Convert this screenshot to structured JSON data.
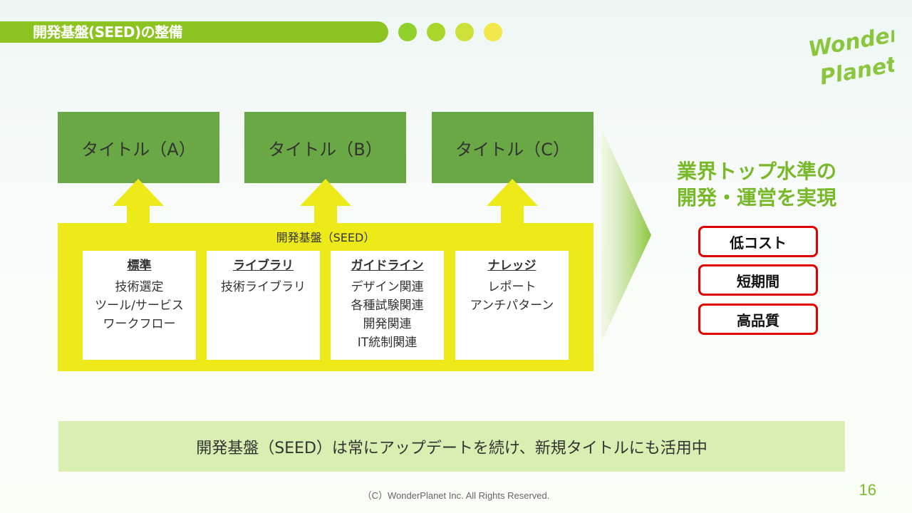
{
  "header": {
    "title": "開発基盤(SEED)の整備"
  },
  "decor": {
    "dot_colors": [
      "#8fd02a",
      "#a8d62b",
      "#cde03a",
      "#f2e84c"
    ]
  },
  "logo": {
    "text_line1": "Wonder",
    "text_line2": "Planet",
    "color": "#8cc63f"
  },
  "titles": [
    "タイトル（A）",
    "タイトル（B）",
    "タイトル（C）"
  ],
  "seed": {
    "label": "開発基盤（SEED）",
    "cards": [
      {
        "heading": "標準",
        "lines": [
          "技術選定",
          "ツール/サービス",
          "ワークフロー"
        ]
      },
      {
        "heading": "ライブラリ",
        "lines": [
          "技術ライブラリ"
        ]
      },
      {
        "heading": "ガイドライン",
        "lines": [
          "デザイン関連",
          "各種試験関連",
          "開発関連",
          "IT統制関連"
        ]
      },
      {
        "heading": "ナレッジ",
        "lines": [
          "レポート",
          "アンチパターン"
        ]
      }
    ]
  },
  "result": {
    "headline_line1": "業界トップ水準の",
    "headline_line2": "開発・運営を実現",
    "pills": [
      "低コスト",
      "短期間",
      "高品質"
    ]
  },
  "footer": {
    "banner": "開発基盤（SEED）は常にアップデートを続け、新規タイトルにも活用中",
    "copyright": "（C）WonderPlanet Inc.  All Rights Reserved.",
    "page_number": "16"
  },
  "colors": {
    "accent_green": "#8cc320",
    "title_green": "#6aa845",
    "seed_yellow": "#eeea19",
    "pill_red": "#e00000"
  }
}
